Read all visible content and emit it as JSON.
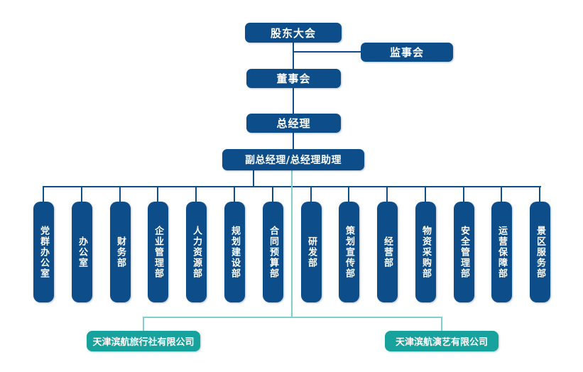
{
  "colors": {
    "box_blue": "#0d4d8a",
    "line_blue": "#0f4f87",
    "box_teal": "#18a29e",
    "line_teal": "#7fcfcc",
    "text": "#ffffff",
    "background": "#ffffff"
  },
  "nodes": {
    "shareholders_meeting": "股东大会",
    "supervisory_board": "监事会",
    "board_of_directors": "董事会",
    "general_manager": "总经理",
    "deputy_gm": "副总经理/总经理助理"
  },
  "departments": [
    "党群办公室",
    "办公室",
    "财务部",
    "企业管理部",
    "人力资源部",
    "规划建设部",
    "合同预算部",
    "研发部",
    "策划宣传部",
    "经营部",
    "物资采购部",
    "安全管理部",
    "运营保障部",
    "景区服务部"
  ],
  "subsidiaries": [
    "天津滨航旅行社有限公司",
    "天津滨航演艺有限公司"
  ]
}
